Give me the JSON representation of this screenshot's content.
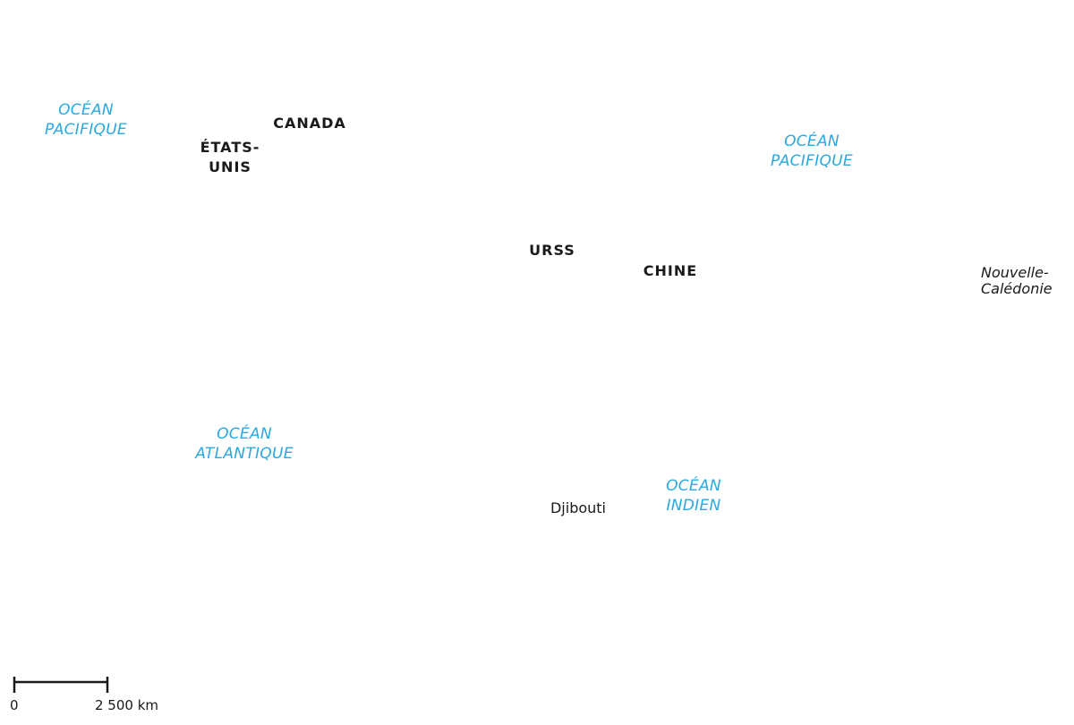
{
  "map": {
    "oceans": {
      "pacific_west": "OCÉAN\nPACIFIQUE",
      "pacific_east": "OCÉAN\nPACIFIQUE",
      "atlantic": "OCÉAN\nATLANTIQUE",
      "indian": "OCÉAN\nINDIEN"
    },
    "countries": {
      "canada": "CANADA",
      "usa": "ÉTATS-\nUNIS",
      "ussr": "URSS",
      "china": "CHINE"
    },
    "places": {
      "djibouti": "Djibouti",
      "new_caledonia": "Nouvelle-\nCalédonie"
    },
    "scale": {
      "zero": "0",
      "distance": "2 500 km"
    }
  },
  "colors": {
    "ocean_label": "#29a9e0",
    "land_label": "#1a1a1a"
  }
}
